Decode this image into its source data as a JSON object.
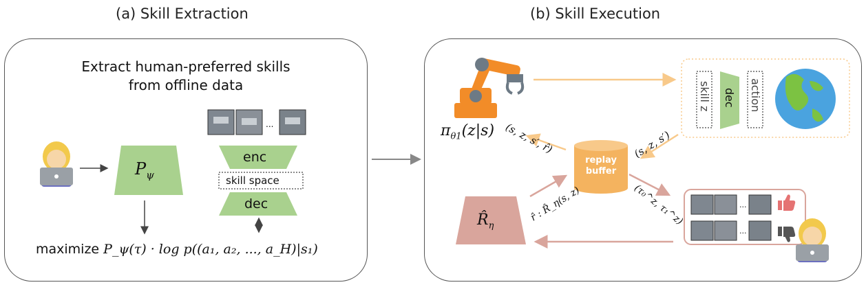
{
  "titles": {
    "left": "(a) Skill Extraction",
    "right": "(b) Skill Execution"
  },
  "left_panel": {
    "caption_line1": "Extract human-preferred skills",
    "caption_line2": "from offline data",
    "reward_model_label": "P",
    "reward_model_sub": "ψ",
    "encoder_label": "enc",
    "skill_space_label": "skill space",
    "decoder_label": "dec",
    "objective_prefix": "maximize",
    "objective_formula": "P_ψ(τ) · log p((a₁, a₂, ..., a_H)|s₁)",
    "ellipsis": "..."
  },
  "right_panel": {
    "policy_label": "π",
    "policy_sub": "θ1",
    "policy_args": "(z|s)",
    "skill_z_label": "skill z",
    "dec_label": "dec",
    "action_label": "action",
    "buffer_line1": "replay",
    "buffer_line2": "buffer",
    "reward_label": "R̂",
    "reward_sub": "η",
    "edge_policy_buffer": "(s, z, s′, r̂)",
    "edge_env_buffer": "(s, z, s′)",
    "edge_buffer_reward": "r̂ : R̂_η(s, z)",
    "edge_buffer_human": "(τ₀^z, τ₁^z)",
    "ellipsis": "..."
  },
  "colors": {
    "green": "#a9d18e",
    "pink": "#d9a59c",
    "orange_box": "#f4b35f",
    "orange_arrow": "#f8c98a",
    "pink_arrow": "#d9a59c",
    "gray_arrow": "#888888"
  }
}
